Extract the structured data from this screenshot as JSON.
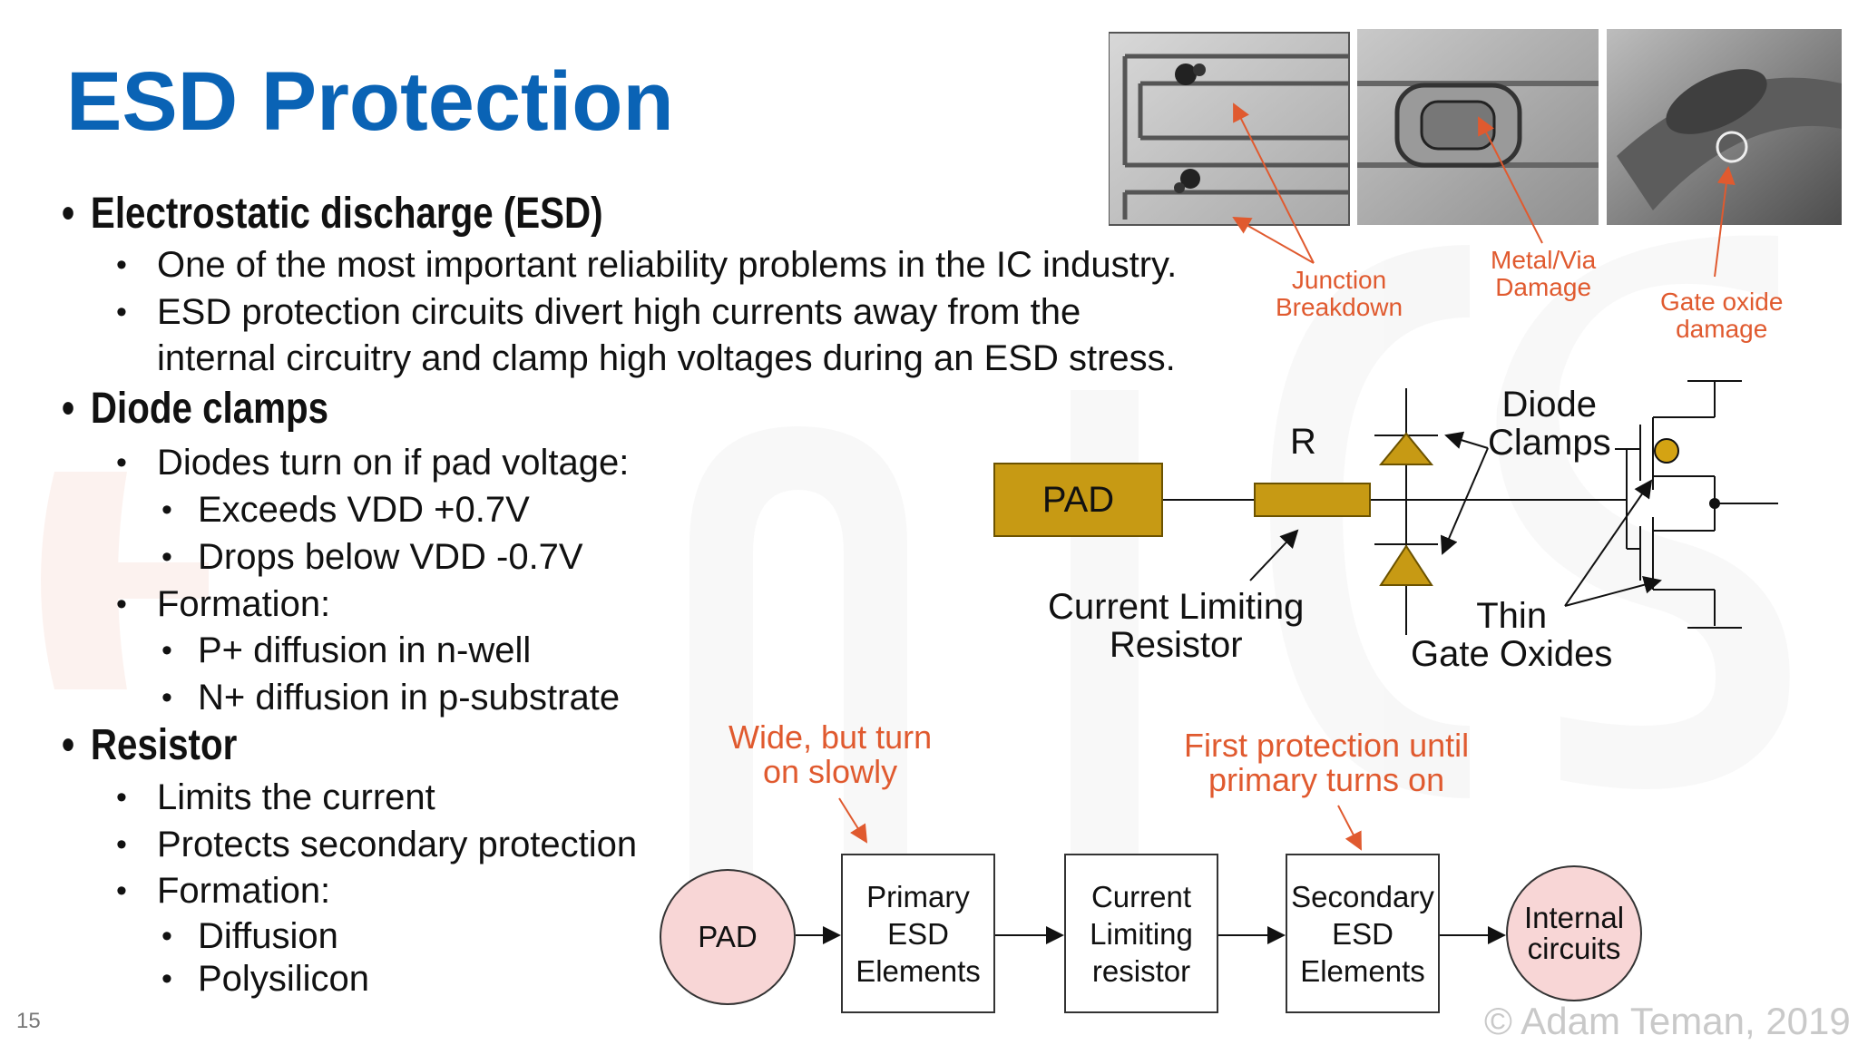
{
  "slide": {
    "title": "ESD Protection",
    "number": "15",
    "copyright": "© Adam Teman, 2019"
  },
  "bullets": {
    "esd": {
      "heading": "Electrostatic discharge (ESD)",
      "items": [
        "One of the most important reliability problems in the IC industry.",
        "ESD protection circuits divert high currents away from the",
        "internal circuitry and clamp high voltages during an ESD stress."
      ]
    },
    "diode": {
      "heading": "Diode clamps",
      "turn_on": "Diodes turn on if pad voltage:",
      "turn_on_items": [
        "Exceeds VDD +0.7V",
        "Drops below VDD -0.7V"
      ],
      "formation": "Formation:",
      "formation_items": [
        "P+ diffusion in n-well",
        "N+ diffusion in p-substrate"
      ]
    },
    "resistor": {
      "heading": "Resistor",
      "items": [
        "Limits the current",
        "Protects secondary protection",
        "Formation:"
      ],
      "formation_items": [
        "Diffusion",
        "Polysilicon"
      ]
    }
  },
  "photos": {
    "junction": "Junction\nBreakdown",
    "metal": "Metal/Via\nDamage",
    "gate": "Gate oxide\ndamage"
  },
  "circuit": {
    "pad": "PAD",
    "r": "R",
    "diode_clamps": "Diode\nClamps",
    "current_limiting": "Current Limiting\nResistor",
    "thin_gate": "Thin\nGate Oxides"
  },
  "flow": {
    "note_primary": "Wide, but turn\non slowly",
    "note_secondary": "First protection until\nprimary turns on",
    "pad": "PAD",
    "primary": "Primary\nESD\nElements",
    "resistor": "Current\nLimiting\nresistor",
    "secondary": "Secondary\nESD\nElements",
    "internal": "Internal\ncircuits"
  },
  "colors": {
    "title_blue": "#0a63b5",
    "annotation_orange": "#e05a2f",
    "pad_gold": "#c79a14",
    "circle_pink": "#f8d6d6"
  }
}
